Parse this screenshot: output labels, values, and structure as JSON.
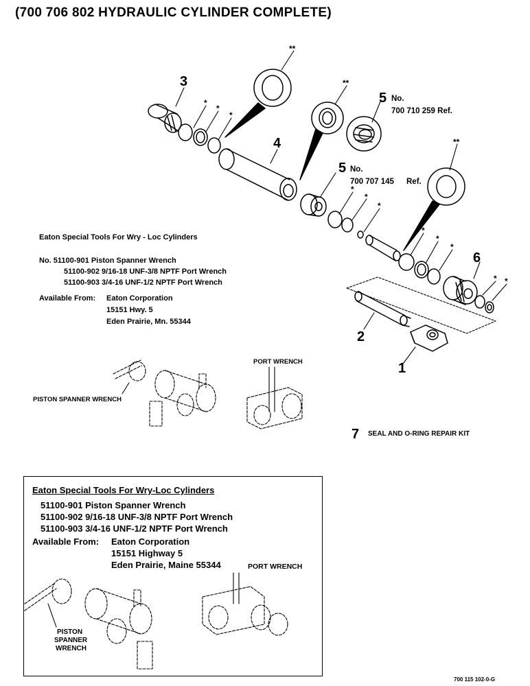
{
  "title": "(700 706 802 HYDRAULIC CYLINDER COMPLETE)",
  "callouts": {
    "c1": "1",
    "c2": "2",
    "c3": "3",
    "c4": "4",
    "c5a": "5",
    "c5b": "5",
    "c6": "6",
    "c7": "7"
  },
  "star_single": "*",
  "star_double": "**",
  "refs": {
    "ref5a_no": "No.",
    "ref5a_num": "700 710 259 Ref.",
    "ref5b_no": "No.",
    "ref5b_num": "700 707 145",
    "ref5b_ref": "Ref."
  },
  "kit_label": "SEAL AND O-RING REPAIR KIT",
  "tools_upper": {
    "heading": "Eaton Special Tools For Wry - Loc Cylinders",
    "line1": "No. 51100-901 Piston Spanner Wrench",
    "line2": "51100-902 9/16-18 UNF-3/8 NPTF Port Wrench",
    "line3": "51100-903 3/4-16 UNF-1/2 NPTF Port Wrench",
    "avail_label": "Available From:",
    "addr1": "Eaton Corporation",
    "addr2": "15151 Hwy. 5",
    "addr3": "Eden Prairie, Mn. 55344"
  },
  "upper_labels": {
    "port_wrench": "PORT WRENCH",
    "spanner_wrench": "PISTON SPANNER WRENCH"
  },
  "tools_box": {
    "heading": "Eaton Special Tools For Wry-Loc Cylinders",
    "line1": "51100-901  Piston Spanner Wrench",
    "line2": "51100-902  9/16-18 UNF-3/8 NPTF Port Wrench",
    "line3": "51100-903  3/4-16 UNF-1/2 NPTF Port Wrench",
    "avail_label": "Available From:",
    "addr1": "Eaton Corporation",
    "addr2": "15151 Highway 5",
    "addr3": "Eden Prairie, Maine  55344",
    "port_wrench": "PORT WRENCH",
    "piston": "PISTON",
    "spanner": "SPANNER",
    "wrench": "WRENCH"
  },
  "figure_code": "700 115 102-0-G"
}
